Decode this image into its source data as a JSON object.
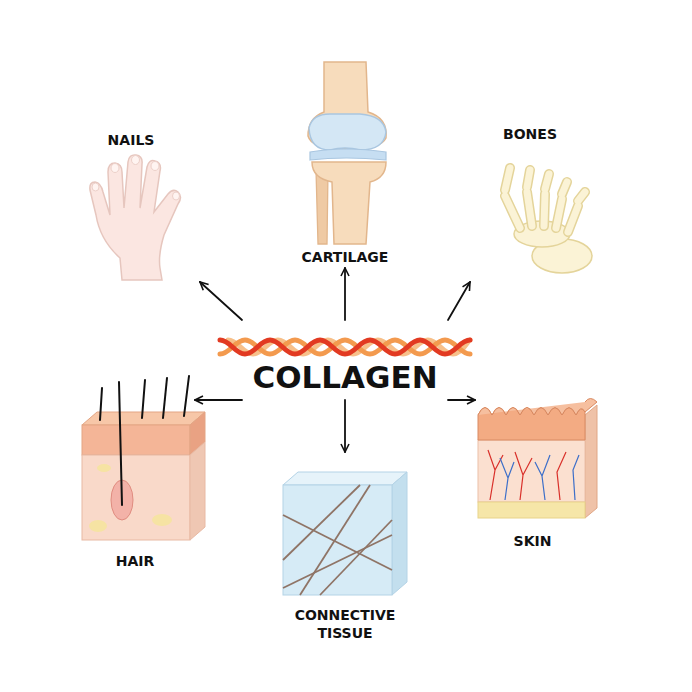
{
  "diagram": {
    "nodes": [
      {
        "text": [
          "NAILS"
        ]
      },
      {
        "text": [
          "CARTILAGE"
        ]
      },
      {
        "text": [
          "BONES"
        ]
      },
      {
        "text": [
          "COLLAGEN"
        ]
      },
      {
        "text": [
          "HAIR"
        ]
      },
      {
        "text": [
          "CONNECTIVE TISSUE"
        ]
      },
      {
        "text": [
          "SKIN"
        ]
      }
    ],
    "edges": [
      {
        "from": 3,
        "to": 0,
        "arrow": "to"
      },
      {
        "from": 3,
        "to": 1,
        "arrow": "to"
      },
      {
        "from": 3,
        "to": 2,
        "arrow": "to"
      },
      {
        "from": 3,
        "to": 4,
        "arrow": "to"
      },
      {
        "from": 3,
        "to": 5,
        "arrow": "to"
      },
      {
        "from": 3,
        "to": 6,
        "arrow": "to"
      }
    ]
  }
}
